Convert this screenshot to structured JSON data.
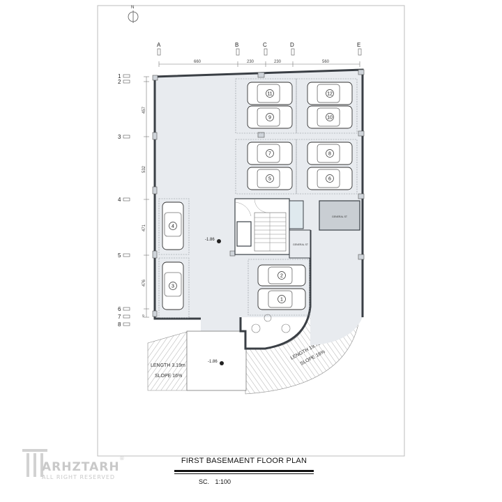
{
  "drawing": {
    "title": "FIRST BASEMAENT FLOOR PLAN",
    "scale_label": "SC.",
    "scale_value": "1:100",
    "north_label": "N"
  },
  "grid": {
    "columns": [
      "A",
      "B",
      "C",
      "D",
      "E"
    ],
    "column_dims": [
      "660",
      "230",
      "230",
      "560"
    ],
    "rows": [
      "1",
      "2",
      "3",
      "4",
      "5",
      "6",
      "7",
      "8"
    ],
    "row_dims": [
      "457",
      "532",
      "471",
      "476"
    ],
    "small_dim": "9"
  },
  "parking": {
    "spaces": [
      "1",
      "2",
      "3",
      "4",
      "5",
      "6",
      "7",
      "8",
      "9",
      "10",
      "11",
      "12"
    ]
  },
  "levels": {
    "main": "-1.86",
    "ramp": "-1.86"
  },
  "rooms": {
    "room_a": "GENERAL ST",
    "room_b": "GENERAL ST"
  },
  "ramps": {
    "left_length": "LENGTH  3.19m",
    "left_slope": "SLOPE  16%",
    "right_length": "LENGTH  19.73m",
    "right_slope": "SLOPE  16%"
  },
  "watermark": {
    "brand": "ARHZTARH",
    "sub": "ALL RIGHT RESERVED",
    "reg": "®"
  }
}
